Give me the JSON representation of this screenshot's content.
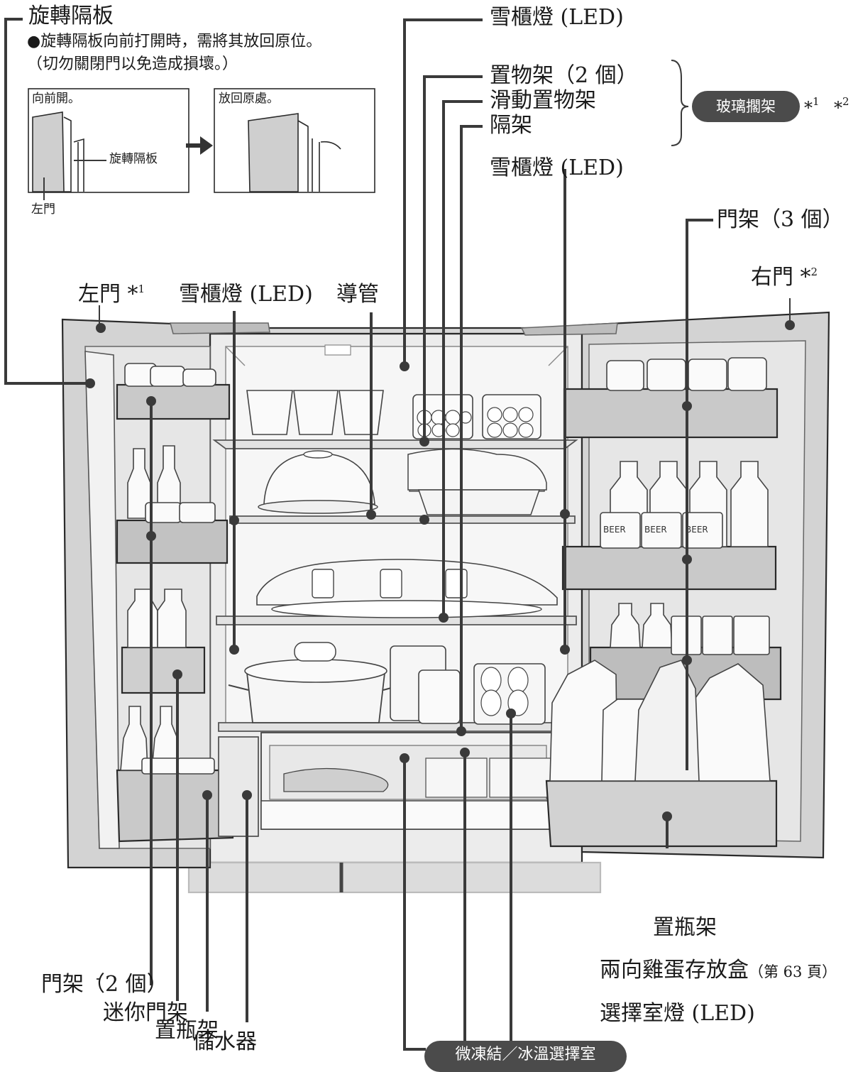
{
  "diagram": {
    "swivel_title": "旋轉隔板",
    "swivel_note_1": "●旋轉隔板向前打開時，需將其放回原位。",
    "swivel_note_2": "（切勿關閉門以免造成損壞。）",
    "inset_left_caption": "向前開。",
    "inset_right_caption": "放回原處。",
    "inset_swivel_label": "旋轉隔板",
    "inset_left_door": "左門",
    "label_led_top": "雪櫃燈 (LED)",
    "label_shelf_2": "置物架（2 個）",
    "label_sliding_shelf": "滑動置物架",
    "label_partition": "隔架",
    "label_glass_shelf": "玻璃擱架",
    "label_glass_star1": "*",
    "label_glass_star1_sup": "1",
    "label_glass_star2": "*",
    "label_glass_star2_sup": "2",
    "label_led_right": "雪櫃燈 (LED)",
    "label_door_pocket_3": "門架（3 個）",
    "label_right_door": "右門 *",
    "label_right_door_sup": "2",
    "label_left_door": "左門",
    "label_left_door_star": "*",
    "label_left_door_sup": "1",
    "label_led_left": "雪櫃燈 (LED)",
    "label_duct": "導管",
    "label_door_pocket_2": "門架（2 個）",
    "label_mini_pocket": "迷你門架",
    "label_bottle_left": "置瓶架",
    "label_water_tank": "儲水器",
    "label_bottle_right": "置瓶架",
    "label_egg_case": "兩向雞蛋存放盒",
    "label_egg_case_page": "（第 63 頁）",
    "label_select_led": "選擇室燈 (LED)",
    "label_freeze_room": "微凍結／冰溫選擇室",
    "beer_text": "BEER"
  }
}
